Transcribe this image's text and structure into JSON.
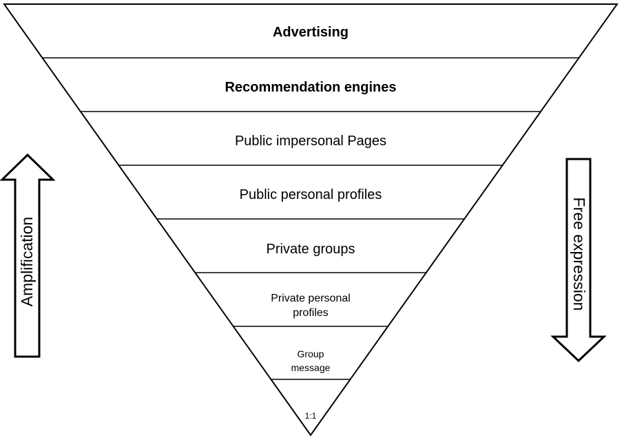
{
  "funnel": {
    "levels": [
      {
        "lines": [
          "Advertising"
        ],
        "bold": true
      },
      {
        "lines": [
          "Recommendation engines"
        ],
        "bold": true
      },
      {
        "lines": [
          "Public impersonal Pages"
        ],
        "bold": false
      },
      {
        "lines": [
          "Public personal profiles"
        ],
        "bold": false
      },
      {
        "lines": [
          "Private groups"
        ],
        "bold": false
      },
      {
        "lines": [
          "Private personal",
          "profiles"
        ],
        "bold": false
      },
      {
        "lines": [
          "Group",
          "message"
        ],
        "bold": false
      },
      {
        "lines": [
          "1:1"
        ],
        "bold": false
      }
    ]
  },
  "arrows": {
    "left": {
      "label": "Amplification",
      "direction": "up"
    },
    "right": {
      "label": "Free expression",
      "direction": "down"
    }
  },
  "colors": {
    "stroke": "#000000",
    "fill": "#ffffff"
  }
}
